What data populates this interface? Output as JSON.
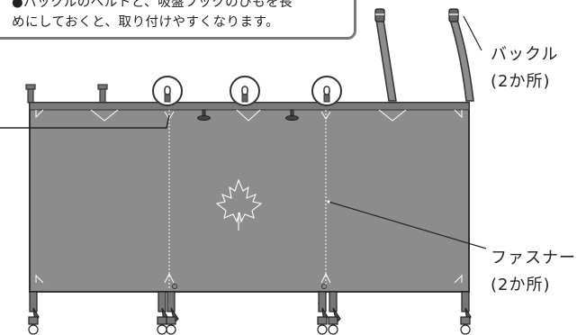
{
  "note": {
    "line1": "●バックルのベルトと、吸盤フックのひもを長",
    "line2": "めにしておくと、取り付けやすくなります。"
  },
  "labels": {
    "buckle": "バックル",
    "buckle_count": "(2か所)",
    "zipper": "ファスナー",
    "zipper_count": "(2か所)"
  },
  "colors": {
    "panel_fill": "#8c8c8c",
    "panel_stroke": "#3a3a3a",
    "seam": "#ffffff",
    "highlight_circle": "#333333",
    "note_border": "#7a7a7a"
  },
  "icons": [
    "maple-leaf-icon",
    "suction-cup-icon",
    "buckle-icon"
  ]
}
